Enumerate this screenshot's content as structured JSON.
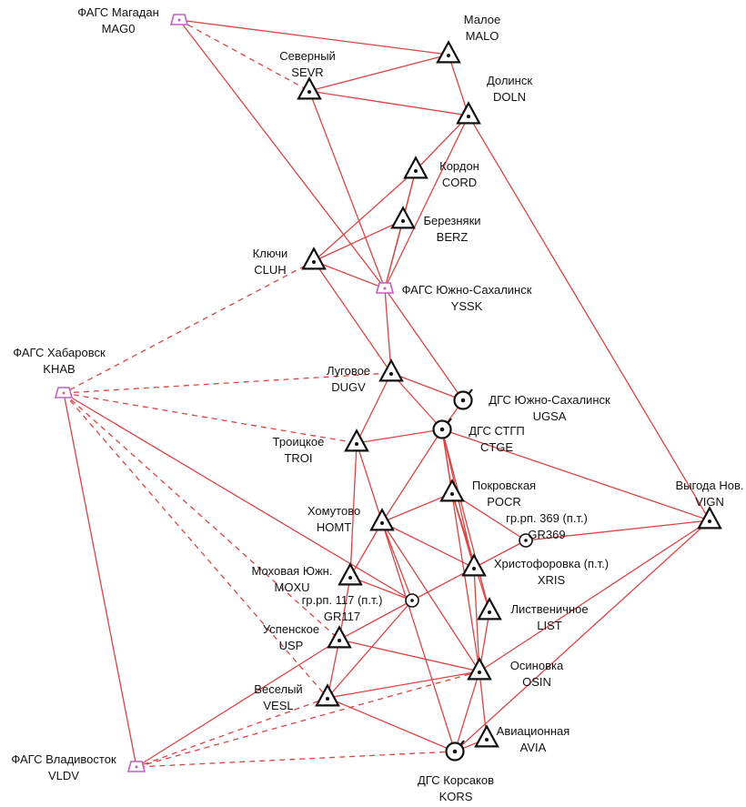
{
  "colors": {
    "edge": "#d94444",
    "symbol": "#111111",
    "fags_symbol": "#c060c0",
    "background": "#ffffff"
  },
  "stations": [
    {
      "id": "MAG0",
      "name": "ФАГС Магадан",
      "code": "MAG0",
      "type": "fags"
    },
    {
      "id": "MALO",
      "name": "Малое",
      "code": "MALO",
      "type": "triangle"
    },
    {
      "id": "SEVR",
      "name": "Северный",
      "code": "SEVR",
      "type": "triangle"
    },
    {
      "id": "DOLN",
      "name": "Долинск",
      "code": "DOLN",
      "type": "triangle"
    },
    {
      "id": "CORD",
      "name": "Кордон",
      "code": "CORD",
      "type": "triangle"
    },
    {
      "id": "BERZ",
      "name": "Березняки",
      "code": "BERZ",
      "type": "triangle"
    },
    {
      "id": "CLUH",
      "name": "Ключи",
      "code": "CLUH",
      "type": "triangle"
    },
    {
      "id": "YSSK",
      "name": "ФАГС Южно-Сахалинск",
      "code": "YSSK",
      "type": "fags"
    },
    {
      "id": "KHAB",
      "name": "ФАГС Хабаровск",
      "code": "KHAB",
      "type": "fags"
    },
    {
      "id": "DUGV",
      "name": "Луговое",
      "code": "DUGV",
      "type": "triangle"
    },
    {
      "id": "UGSA",
      "name": "ДГС Южно-Сахалинск",
      "code": "UGSA",
      "type": "dgs"
    },
    {
      "id": "CTGE",
      "name": "ДГС СТГП",
      "code": "CTGE",
      "type": "dgs"
    },
    {
      "id": "TROI",
      "name": "Троицкое",
      "code": "TROI",
      "type": "triangle"
    },
    {
      "id": "POCR",
      "name": "Покровская",
      "code": "POCR",
      "type": "triangle"
    },
    {
      "id": "VIGN",
      "name": "Выгода Нов.",
      "code": "VIGN",
      "type": "triangle"
    },
    {
      "id": "HOMT",
      "name": "Хомутово",
      "code": "HOMT",
      "type": "triangle"
    },
    {
      "id": "GR369",
      "name": "гр.рп. 369 (п.т.)",
      "code": "GR369",
      "type": "group"
    },
    {
      "id": "XRIS",
      "name": "Христофоровка (п.т.)",
      "code": "XRIS",
      "type": "triangle"
    },
    {
      "id": "MOXU",
      "name": "Моховая Южн.",
      "code": "MOXU",
      "type": "triangle"
    },
    {
      "id": "GR117",
      "name": "гр.рп. 117 (п.т.)",
      "code": "GR117",
      "type": "group"
    },
    {
      "id": "LIST",
      "name": "Лиственичное",
      "code": "LIST",
      "type": "triangle"
    },
    {
      "id": "USP",
      "name": "Успенское",
      "code": "USP",
      "type": "triangle"
    },
    {
      "id": "OSIN",
      "name": "Осиновка",
      "code": "OSIN",
      "type": "triangle"
    },
    {
      "id": "VESL",
      "name": "Веселый",
      "code": "VESL",
      "type": "triangle"
    },
    {
      "id": "AVIA",
      "name": "Авиационная",
      "code": "AVIA",
      "type": "triangle"
    },
    {
      "id": "VLDV",
      "name": "ФАГС Владивосток",
      "code": "VLDV",
      "type": "fags"
    },
    {
      "id": "KORS",
      "name": "ДГС Корсаков",
      "code": "KORS",
      "type": "dgs"
    }
  ],
  "links": [
    {
      "from": "MAG0",
      "to": "SEVR",
      "style": "dashed"
    },
    {
      "from": "MAG0",
      "to": "MALO",
      "style": "solid"
    },
    {
      "from": "MAG0",
      "to": "YSSK",
      "style": "solid"
    },
    {
      "from": "SEVR",
      "to": "MALO",
      "style": "solid"
    },
    {
      "from": "SEVR",
      "to": "DOLN",
      "style": "solid"
    },
    {
      "from": "SEVR",
      "to": "YSSK",
      "style": "solid"
    },
    {
      "from": "MALO",
      "to": "DOLN",
      "style": "solid"
    },
    {
      "from": "DOLN",
      "to": "CORD",
      "style": "solid"
    },
    {
      "from": "DOLN",
      "to": "YSSK",
      "style": "solid"
    },
    {
      "from": "DOLN",
      "to": "VIGN",
      "style": "solid"
    },
    {
      "from": "CORD",
      "to": "CLUH",
      "style": "solid"
    },
    {
      "from": "CORD",
      "to": "BERZ",
      "style": "solid"
    },
    {
      "from": "CORD",
      "to": "YSSK",
      "style": "solid"
    },
    {
      "from": "BERZ",
      "to": "CLUH",
      "style": "solid"
    },
    {
      "from": "BERZ",
      "to": "YSSK",
      "style": "solid"
    },
    {
      "from": "CLUH",
      "to": "YSSK",
      "style": "solid"
    },
    {
      "from": "CLUH",
      "to": "KHAB",
      "style": "dashed"
    },
    {
      "from": "CLUH",
      "to": "DUGV",
      "style": "solid"
    },
    {
      "from": "YSSK",
      "to": "DUGV",
      "style": "solid"
    },
    {
      "from": "YSSK",
      "to": "UGSA",
      "style": "solid"
    },
    {
      "from": "KHAB",
      "to": "DUGV",
      "style": "dashed"
    },
    {
      "from": "KHAB",
      "to": "TROI",
      "style": "dashed"
    },
    {
      "from": "KHAB",
      "to": "GR117",
      "style": "solid"
    },
    {
      "from": "KHAB",
      "to": "USP",
      "style": "dashed"
    },
    {
      "from": "KHAB",
      "to": "VESL",
      "style": "dashed"
    },
    {
      "from": "KHAB",
      "to": "VLDV",
      "style": "solid"
    },
    {
      "from": "DUGV",
      "to": "UGSA",
      "style": "solid"
    },
    {
      "from": "DUGV",
      "to": "TROI",
      "style": "solid"
    },
    {
      "from": "DUGV",
      "to": "CTGE",
      "style": "solid"
    },
    {
      "from": "UGSA",
      "to": "CTGE",
      "style": "solid"
    },
    {
      "from": "TROI",
      "to": "CTGE",
      "style": "solid"
    },
    {
      "from": "TROI",
      "to": "MOXU",
      "style": "solid"
    },
    {
      "from": "TROI",
      "to": "HOMT",
      "style": "solid"
    },
    {
      "from": "CTGE",
      "to": "HOMT",
      "style": "solid"
    },
    {
      "from": "CTGE",
      "to": "POCR",
      "style": "solid"
    },
    {
      "from": "CTGE",
      "to": "XRIS",
      "style": "solid"
    },
    {
      "from": "CTGE",
      "to": "LIST",
      "style": "solid"
    },
    {
      "from": "CTGE",
      "to": "VIGN",
      "style": "solid"
    },
    {
      "from": "CTGE",
      "to": "OSIN",
      "style": "solid"
    },
    {
      "from": "POCR",
      "to": "HOMT",
      "style": "solid"
    },
    {
      "from": "POCR",
      "to": "XRIS",
      "style": "solid"
    },
    {
      "from": "POCR",
      "to": "GR369",
      "style": "solid"
    },
    {
      "from": "POCR",
      "to": "LIST",
      "style": "solid"
    },
    {
      "from": "VIGN",
      "to": "GR369",
      "style": "solid"
    },
    {
      "from": "VIGN",
      "to": "OSIN",
      "style": "solid"
    },
    {
      "from": "VIGN",
      "to": "KORS",
      "style": "solid"
    },
    {
      "from": "HOMT",
      "to": "MOXU",
      "style": "solid"
    },
    {
      "from": "HOMT",
      "to": "XRIS",
      "style": "solid"
    },
    {
      "from": "HOMT",
      "to": "GR117",
      "style": "solid"
    },
    {
      "from": "HOMT",
      "to": "OSIN",
      "style": "solid"
    },
    {
      "from": "HOMT",
      "to": "KORS",
      "style": "solid"
    },
    {
      "from": "GR369",
      "to": "XRIS",
      "style": "solid"
    },
    {
      "from": "XRIS",
      "to": "GR117",
      "style": "solid"
    },
    {
      "from": "XRIS",
      "to": "OSIN",
      "style": "solid"
    },
    {
      "from": "MOXU",
      "to": "GR117",
      "style": "solid"
    },
    {
      "from": "MOXU",
      "to": "USP",
      "style": "solid"
    },
    {
      "from": "GR117",
      "to": "USP",
      "style": "solid"
    },
    {
      "from": "GR117",
      "to": "VESL",
      "style": "solid"
    },
    {
      "from": "LIST",
      "to": "OSIN",
      "style": "solid"
    },
    {
      "from": "USP",
      "to": "VESL",
      "style": "solid"
    },
    {
      "from": "USP",
      "to": "OSIN",
      "style": "solid"
    },
    {
      "from": "USP",
      "to": "VLDV",
      "style": "solid"
    },
    {
      "from": "VESL",
      "to": "OSIN",
      "style": "solid"
    },
    {
      "from": "VESL",
      "to": "VLDV",
      "style": "dashed"
    },
    {
      "from": "VESL",
      "to": "KORS",
      "style": "solid"
    },
    {
      "from": "OSIN",
      "to": "KORS",
      "style": "solid"
    },
    {
      "from": "OSIN",
      "to": "AVIA",
      "style": "solid"
    },
    {
      "from": "OSIN",
      "to": "VLDV",
      "style": "dashed"
    },
    {
      "from": "AVIA",
      "to": "KORS",
      "style": "solid"
    },
    {
      "from": "KORS",
      "to": "VLDV",
      "style": "dashed"
    }
  ]
}
